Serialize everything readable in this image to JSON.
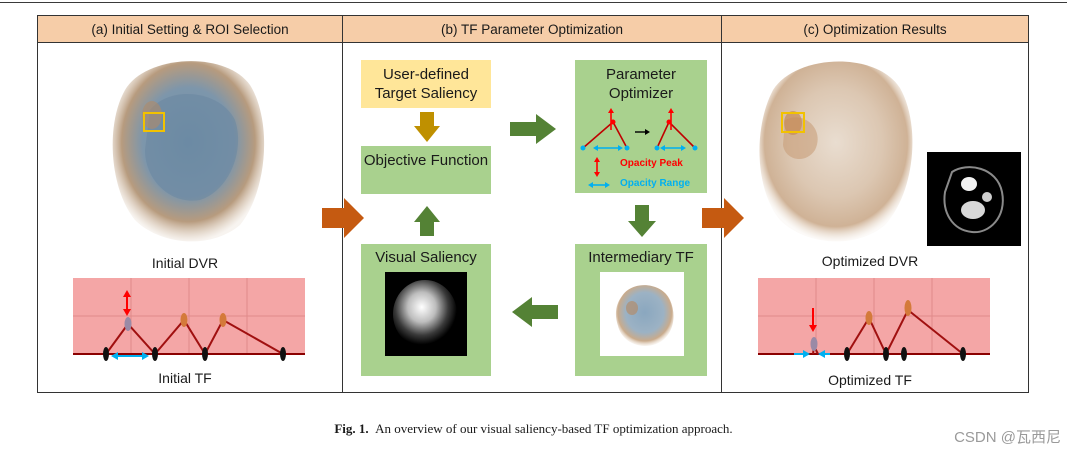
{
  "panels": {
    "a": {
      "title": "(a) Initial Setting & ROI Selection",
      "dvr_caption": "Initial DVR",
      "tf_caption": "Initial TF"
    },
    "b": {
      "title": "(b) TF Parameter Optimization",
      "target_saliency": "User-defined Target Saliency",
      "objective_function": "Objective Function",
      "visual_saliency": "Visual Saliency",
      "parameter_optimizer": "Parameter Optimizer",
      "intermediary_tf": "Intermediary TF",
      "opacity_peak": "Opacity Peak",
      "opacity_range": "Opacity Range"
    },
    "c": {
      "title": "(c) Optimization Results",
      "dvr_caption": "Optimized DVR",
      "tf_caption": "Optimized TF"
    }
  },
  "figure_caption": {
    "label": "Fig. 1.",
    "text": "An overview of our visual saliency-based TF optimization approach."
  },
  "watermark": "CSDN @瓦西尼",
  "colors": {
    "header": "#f6cda8",
    "box_green": "#a9d18e",
    "box_yellow": "#ffe699",
    "arrow_orange": "#c55a11",
    "arrow_green": "#548235",
    "arrow_gold": "#bf9000",
    "peak_red": "#ff0000",
    "range_blue": "#00b0f0",
    "tf_band": "#f4a6a6"
  },
  "icons": [
    "volume-rendering-image",
    "saliency-map-image",
    "roi-box",
    "transfer-function-plot"
  ]
}
